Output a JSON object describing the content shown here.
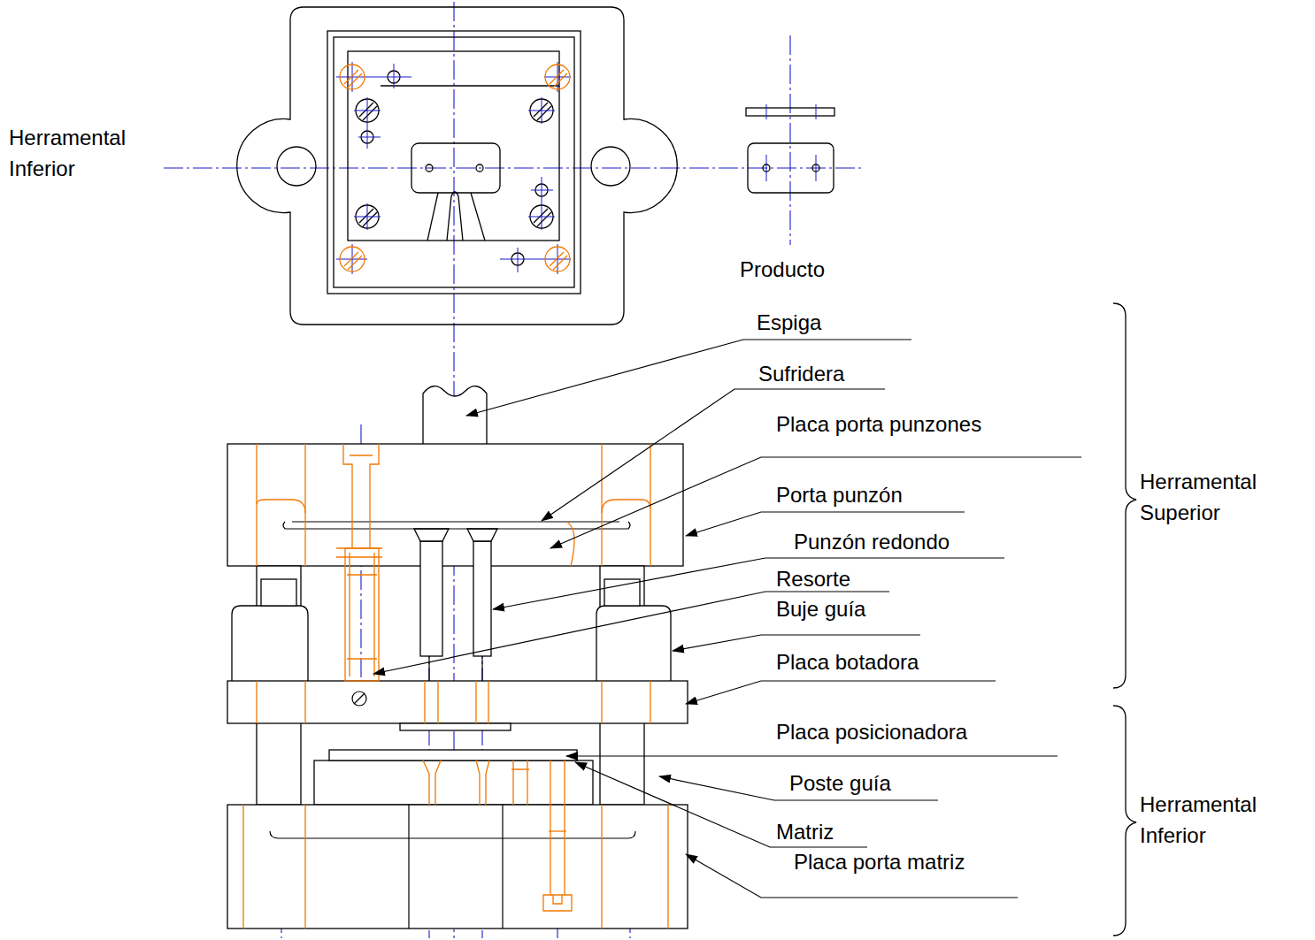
{
  "diagram": {
    "labels": [
      "Herramental Inferior",
      "Producto",
      "Espiga",
      "Sufridera",
      "Placa porta punzones",
      "Porta punzón",
      "Punzón redondo",
      "Resorte",
      "Buje guía",
      "Placa botadora",
      "Placa posicionadora",
      "Poste guía",
      "Matriz",
      "Placa porta matriz",
      "Herramental Superior",
      "Herramental Inferior"
    ]
  }
}
